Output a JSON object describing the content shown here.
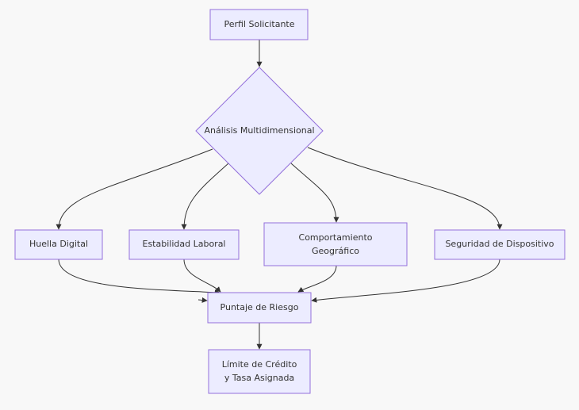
{
  "nodes": {
    "perfil": "Perfil Solicitante",
    "analisis": "Análisis Multidimensional",
    "huella": "Huella Digital",
    "estabilidad": "Estabilidad Laboral",
    "comportamiento_1": "Comportamiento",
    "comportamiento_2": "Geográfico",
    "seguridad": "Seguridad de Dispositivo",
    "puntaje": "Puntaje de Riesgo",
    "limite_1": "Límite de Crédito",
    "limite_2": "y Tasa Asignada"
  },
  "colors": {
    "fill": "#ECECFF",
    "stroke": "#9370DB",
    "edge": "#333333"
  }
}
